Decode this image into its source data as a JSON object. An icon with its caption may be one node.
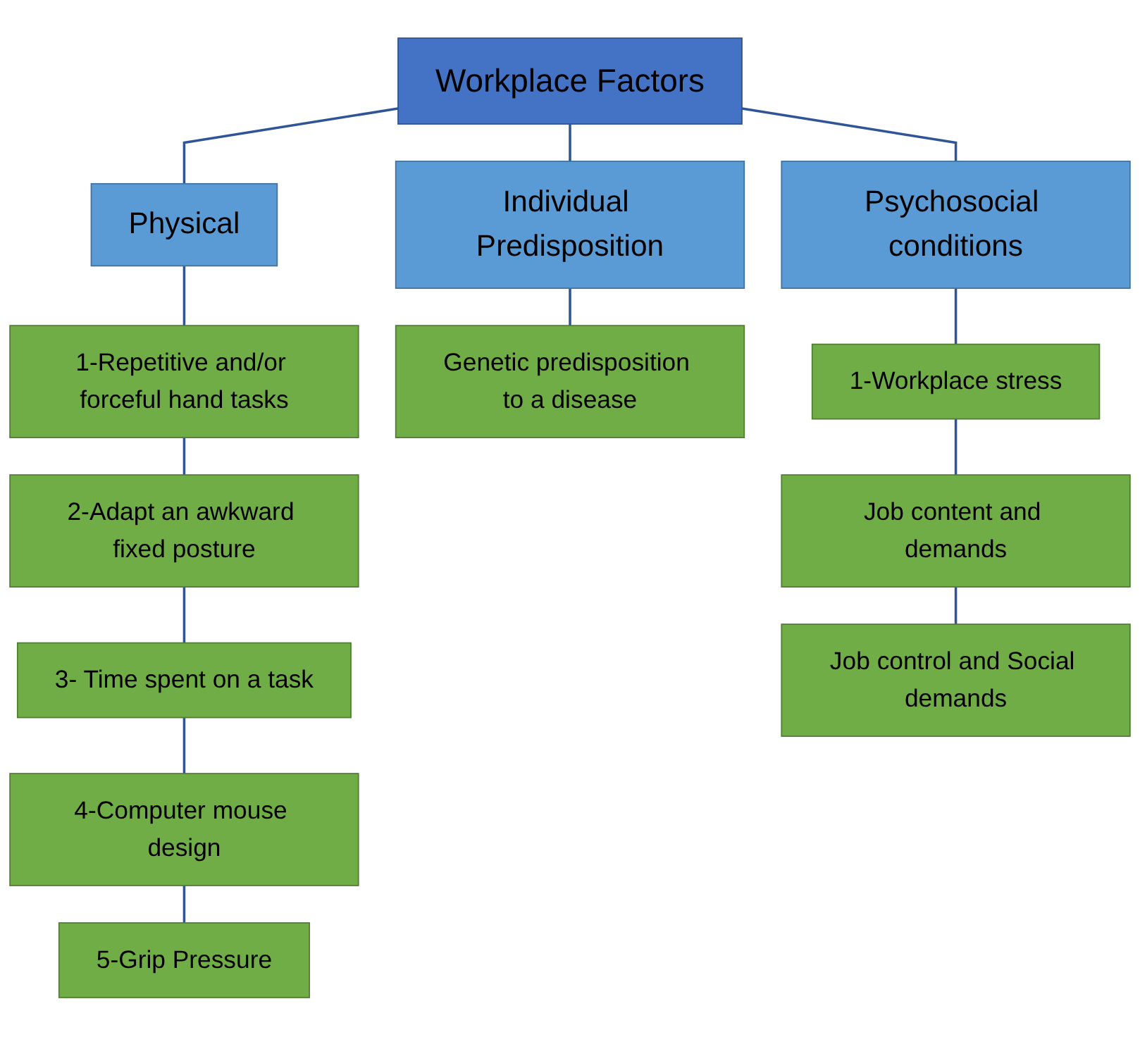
{
  "diagram": {
    "nodes": [
      {
        "text": [
          "Workplace Factors"
        ]
      },
      {
        "text": [
          "Physical"
        ]
      },
      {
        "text": [
          "Individual Predisposition"
        ]
      },
      {
        "text": [
          "Psychosocial conditions"
        ]
      },
      {
        "text": [
          "1-Repetitive and/or forceful hand tasks"
        ]
      },
      {
        "text": [
          "2-Adapt an awkward fixed posture"
        ]
      },
      {
        "text": [
          "3- Time spent on a task"
        ]
      },
      {
        "text": [
          "4-Computer mouse design"
        ]
      },
      {
        "text": [
          "5-Grip Pressure"
        ]
      },
      {
        "text": [
          "Genetic predisposition to a disease"
        ]
      },
      {
        "text": [
          "1-Workplace stress"
        ]
      },
      {
        "text": [
          "Job content and demands"
        ]
      },
      {
        "text": [
          "Job control and Social demands"
        ]
      }
    ],
    "edges": [
      {
        "from": 0,
        "to": 1,
        "arrow": "none"
      },
      {
        "from": 0,
        "to": 2,
        "arrow": "none"
      },
      {
        "from": 0,
        "to": 3,
        "arrow": "none"
      },
      {
        "from": 1,
        "to": 4,
        "arrow": "none"
      },
      {
        "from": 4,
        "to": 5,
        "arrow": "none"
      },
      {
        "from": 5,
        "to": 6,
        "arrow": "none"
      },
      {
        "from": 6,
        "to": 7,
        "arrow": "none"
      },
      {
        "from": 7,
        "to": 8,
        "arrow": "none"
      },
      {
        "from": 2,
        "to": 9,
        "arrow": "none"
      },
      {
        "from": 3,
        "to": 10,
        "arrow": "none"
      },
      {
        "from": 10,
        "to": 11,
        "arrow": "none"
      },
      {
        "from": 11,
        "to": 12,
        "arrow": "none"
      }
    ]
  }
}
